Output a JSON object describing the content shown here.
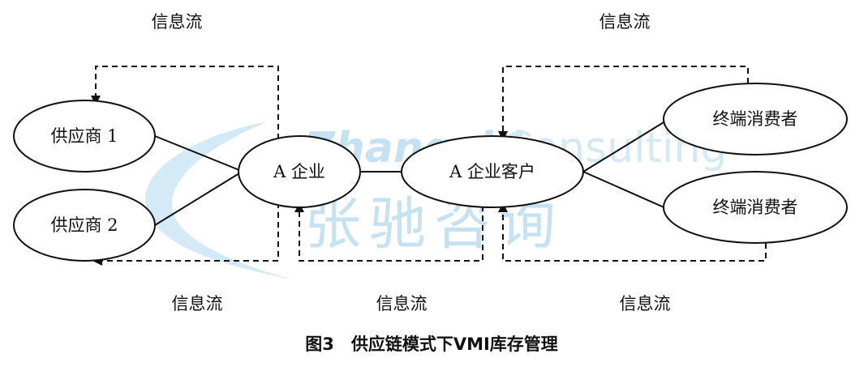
{
  "diagram": {
    "nodes": {
      "supplier_1": "供应商 1",
      "supplier_2": "供应商 2",
      "enterprise_a": "A 企业",
      "enterprise_a_customer": "A 企业客户",
      "end_consumer_top": "终端消费者",
      "end_consumer_bottom": "终端消费者"
    },
    "flow_labels": {
      "top_left": "信息流",
      "top_right": "信息流",
      "bottom_left": "信息流",
      "bottom_middle": "信息流",
      "bottom_right": "信息流"
    },
    "caption": "图3　供应链模式下VMI库存管理"
  },
  "watermark": {
    "english_bold": "Zhangchi",
    "english_light": "Consulting",
    "chinese": "张驰咨询",
    "color": "#7fc0e3"
  }
}
